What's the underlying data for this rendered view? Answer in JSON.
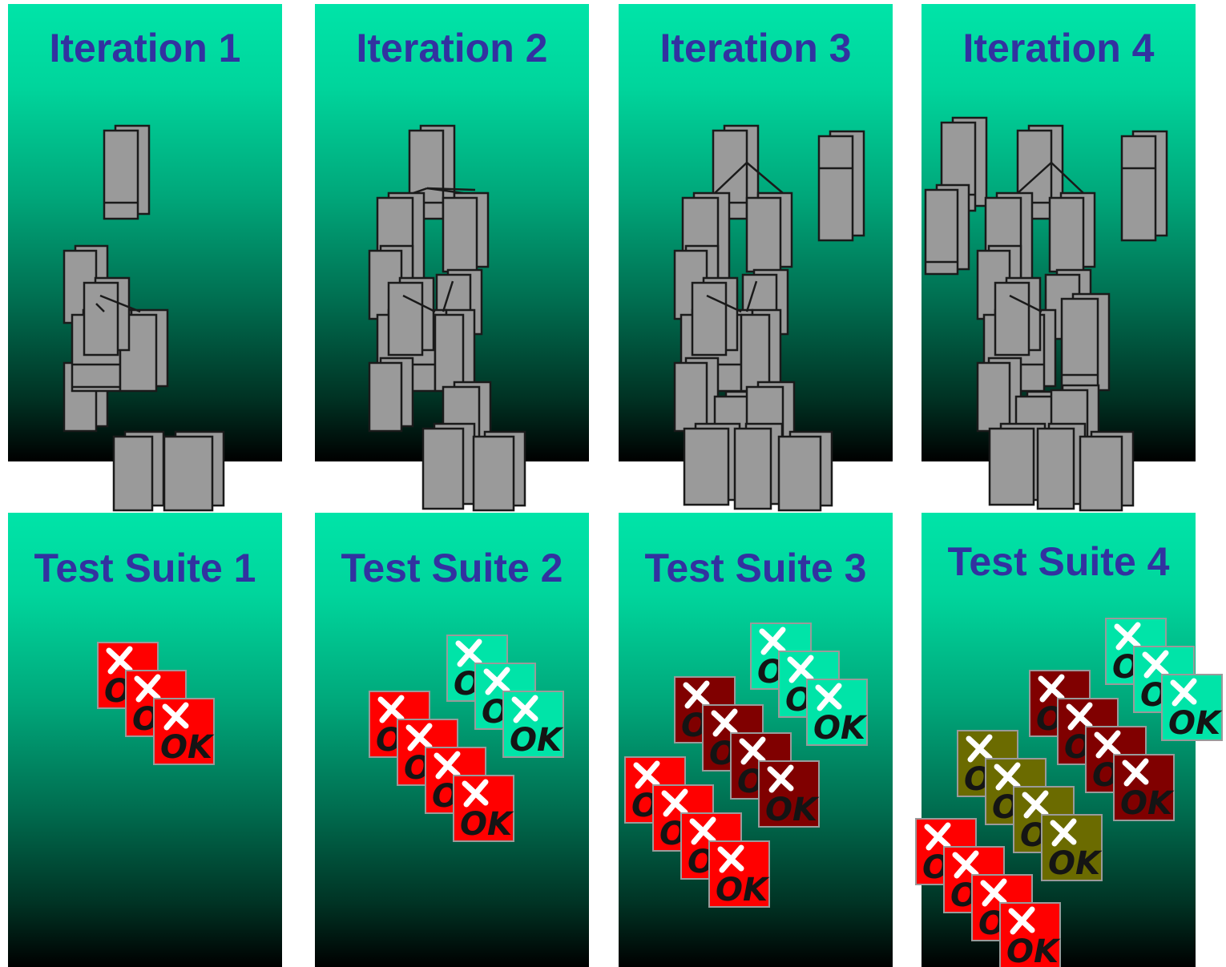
{
  "iterations": [
    {
      "title": "Iteration 1"
    },
    {
      "title": "Iteration 2"
    },
    {
      "title": "Iteration 3"
    },
    {
      "title": "Iteration 4"
    }
  ],
  "suites": [
    {
      "title": "Test Suite 1",
      "groups": [
        {
          "count": 3,
          "color": "#ff0000"
        }
      ]
    },
    {
      "title": "Test Suite 2",
      "groups": [
        {
          "count": 3,
          "color": "#00e4a8"
        },
        {
          "count": 4,
          "color": "#ff0000"
        }
      ]
    },
    {
      "title": "Test Suite 3",
      "groups": [
        {
          "count": 3,
          "color": "#00e4a8"
        },
        {
          "count": 4,
          "color": "#800000"
        },
        {
          "count": 4,
          "color": "#ff0000"
        }
      ]
    },
    {
      "title": "Test Suite 4",
      "groups": [
        {
          "count": 3,
          "color": "#00e4a8"
        },
        {
          "count": 4,
          "color": "#800000"
        },
        {
          "count": 4,
          "color": "#6b6b00"
        },
        {
          "count": 4,
          "color": "#ff0000"
        }
      ]
    }
  ],
  "card_text": "OK",
  "colors": {
    "panel_top": "#00e4a8",
    "panel_bottom": "#000000",
    "title": "#3232a0",
    "block": "#9a9a9a"
  }
}
